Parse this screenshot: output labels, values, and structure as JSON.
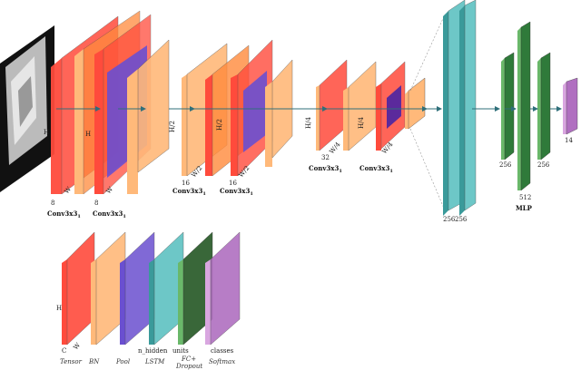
{
  "colors": {
    "conv": "#ff4b3c",
    "bn": "#ffb97a",
    "pool": "#6a4fd0",
    "pool_inner": "#5b2a9c",
    "lstm": "#5ec2c2",
    "fc": "#2f7a3a",
    "fc_light": "#6ab86a",
    "softmax": "#b06fc0",
    "arrow": "#2f6f7a"
  },
  "blocks": {
    "conv1": {
      "name": "Conv3x3",
      "sub": "1"
    },
    "conv2": {
      "name": "Conv3x3",
      "sub": "1"
    },
    "conv3": {
      "name": "Conv3x3",
      "sub": "1"
    },
    "conv4": {
      "name": "Conv3x3",
      "sub": "1"
    },
    "conv5": {
      "name": "Conv3x3",
      "sub": "1"
    },
    "conv6": {
      "name": "Conv3x3",
      "sub": "1"
    },
    "mlp": "MLP"
  },
  "dims": {
    "h": "H",
    "w": "W",
    "c8a": "8",
    "c8b": "8",
    "h2a": "H/2",
    "h2b": "H/2",
    "w2a": "W/2",
    "w2b": "W/2",
    "c16a": "16",
    "c16b": "16",
    "h4a": "H/4",
    "h4b": "H/4",
    "w4a": "W/4",
    "w4b": "W/4",
    "c32": "32",
    "lstm_a": "256",
    "lstm_b": "256",
    "fc1": "256",
    "fc2": "512",
    "fc3": "256",
    "out": "14"
  },
  "legend": {
    "items": [
      {
        "type": "Tensor",
        "top": "",
        "side": "C"
      },
      {
        "type": "BN",
        "top": "",
        "side": ""
      },
      {
        "type": "Pool",
        "top": "",
        "side": ""
      },
      {
        "type": "LSTM",
        "top": "n_hidden",
        "side": ""
      },
      {
        "type": "FC+",
        "type2": "Dropout",
        "top": "units",
        "side": ""
      },
      {
        "type": "Softmax",
        "top": "classes",
        "side": ""
      }
    ],
    "h": "H",
    "w": "W"
  }
}
